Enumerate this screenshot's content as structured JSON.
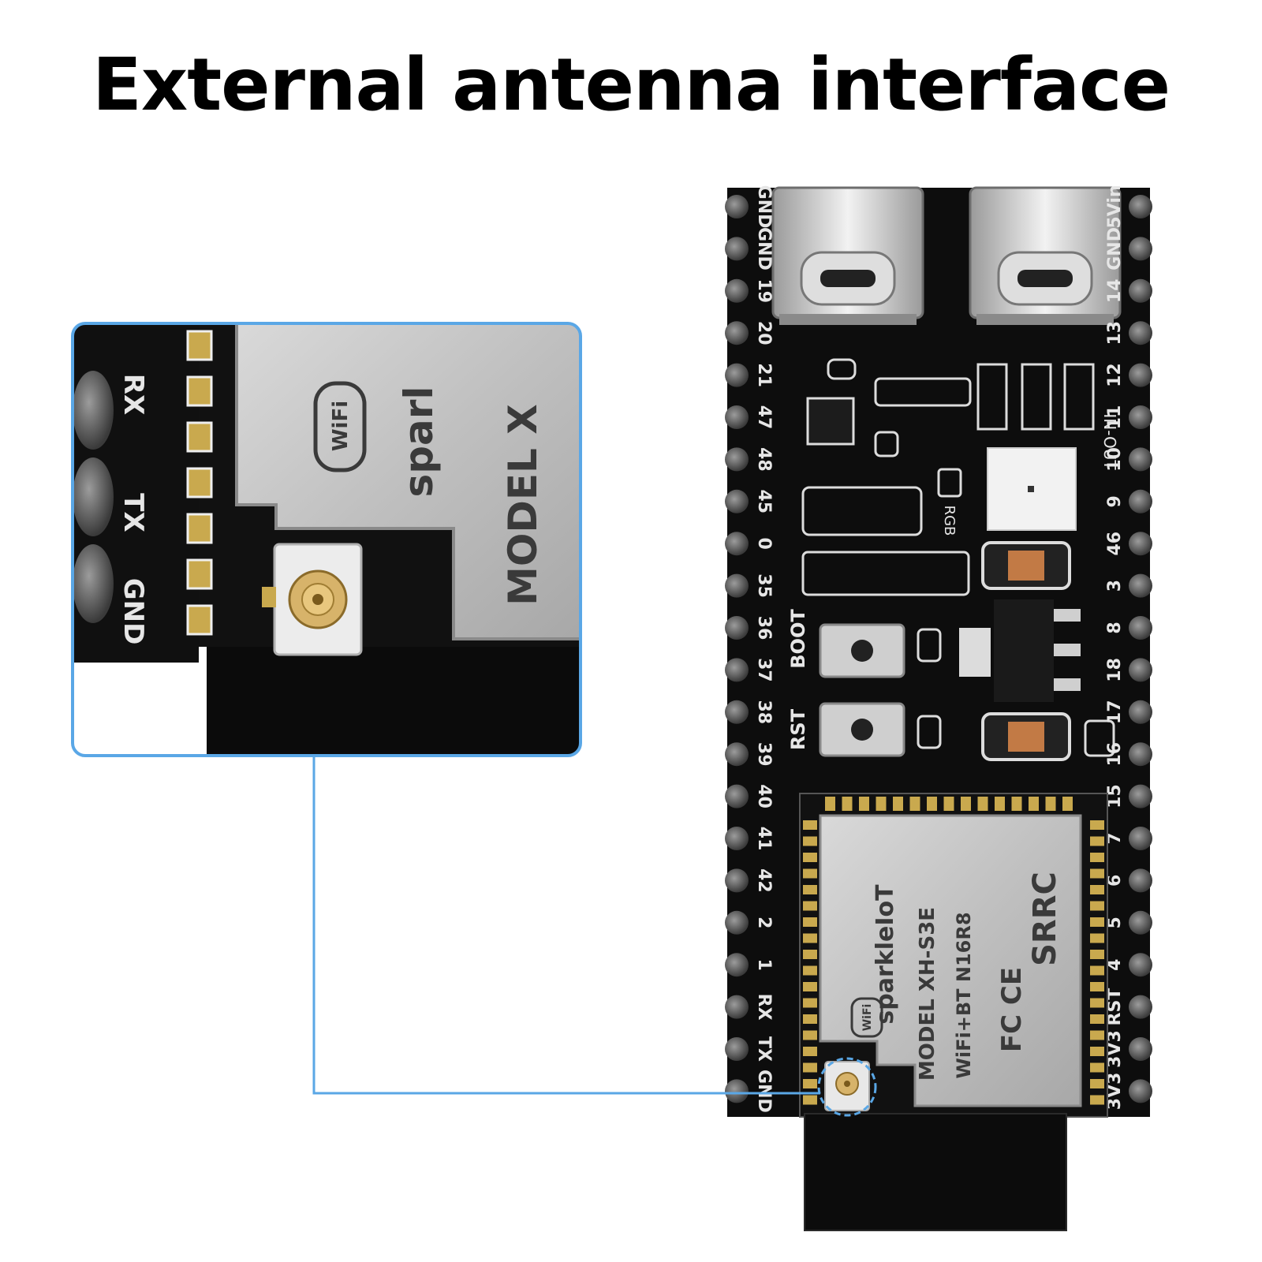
{
  "headline": "External antenna interface",
  "accent_color": "#5aa7e6",
  "board": {
    "left_header_labels": [
      "GND",
      "GND",
      "19",
      "20",
      "21",
      "47",
      "48",
      "45",
      "0",
      "35",
      "36",
      "37",
      "38",
      "39",
      "40",
      "41",
      "42",
      "2",
      "1",
      "RX",
      "TX",
      "GND"
    ],
    "right_header_labels": [
      "5Vin",
      "GND",
      "14",
      "13",
      "12",
      "11",
      "10",
      "9",
      "46",
      "3",
      "8",
      "18",
      "17",
      "16",
      "15",
      "7",
      "6",
      "5",
      "4",
      "RST",
      "3V3",
      "3V3"
    ],
    "button_labels": [
      "BOOT",
      "RST"
    ],
    "led_label": "RGB",
    "in_out_label": "IN-OUT",
    "module_lines": [
      "MODEL XH-S3E",
      "WiFi+BT N16R8",
      "SRRC",
      "sparkleIoT"
    ],
    "cert_mark": "FC CE",
    "wifi_badge": "WiFi"
  },
  "zoom_inset": {
    "pin_labels": [
      "RX",
      "TX",
      "GND"
    ],
    "module_lines": [
      "MODEL X",
      "sparl"
    ],
    "wifi_badge": "WiFi"
  },
  "icons": [
    "usb-c-port-icon",
    "ipex-antenna-connector-icon",
    "pushbutton-icon",
    "wifi-badge-icon"
  ]
}
